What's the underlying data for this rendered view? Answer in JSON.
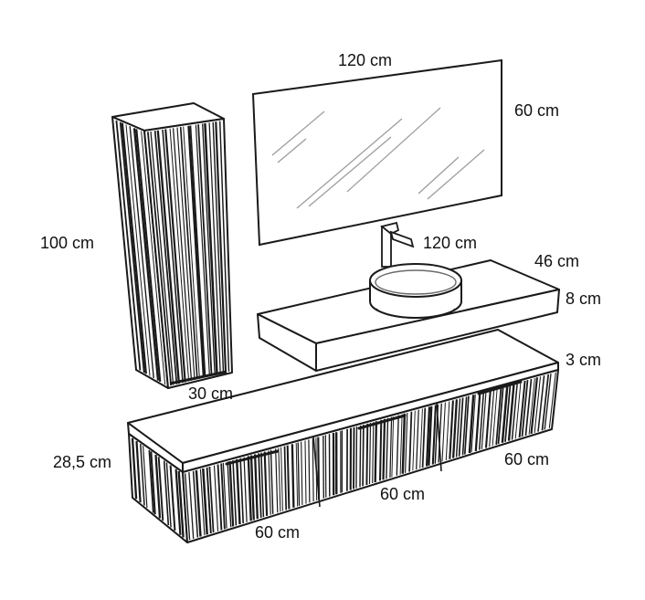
{
  "colors": {
    "stroke": "#1a1a1a",
    "fill": "#ffffff",
    "glass": "#9a9a9a",
    "bowl_inner": "#6a6a6a"
  },
  "labels": {
    "mirror_width": "120 cm",
    "mirror_height": "60 cm",
    "column_height": "100 cm",
    "column_width": "30 cm",
    "shelf_width": "120 cm",
    "shelf_depth": "46 cm",
    "shelf_thickness": "8 cm",
    "top_thickness": "3 cm",
    "base_height": "28,5 cm",
    "drawer_left": "60 cm",
    "drawer_middle": "60 cm",
    "drawer_right": "60 cm"
  },
  "icons": {
    "mirror": "mirror-icon",
    "faucet": "faucet-icon",
    "basin": "basin-icon",
    "column": "tall-cabinet-icon",
    "base": "base-cabinet-icon"
  }
}
